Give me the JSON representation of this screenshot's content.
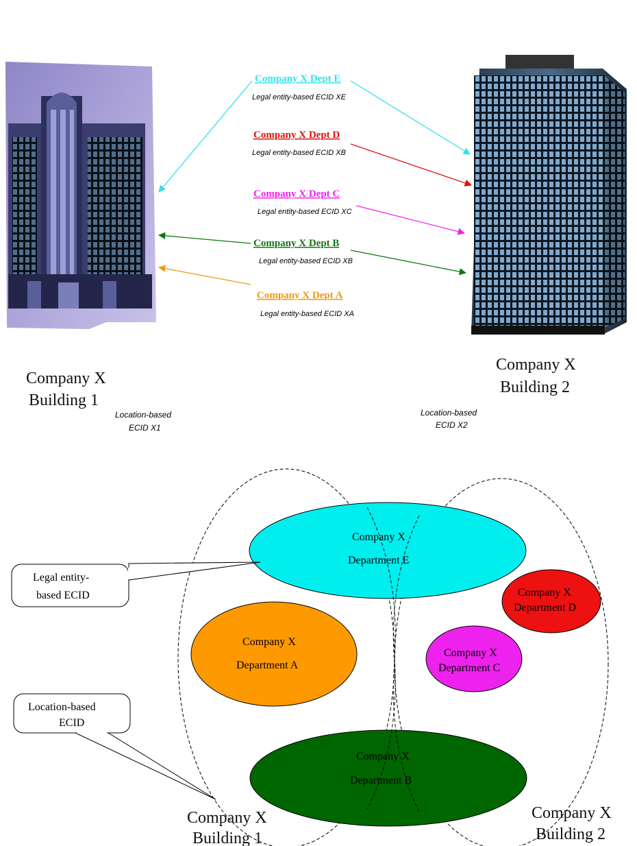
{
  "top": {
    "departments": [
      {
        "title": "Company X Dept E",
        "sub": "Legal entity-based ECID XE",
        "color": "#33e0ee"
      },
      {
        "title": "Company X Dept D",
        "sub": "Legal entity-based ECID XB",
        "color": "#dd1111"
      },
      {
        "title": "Company X Dept C",
        "sub": "Legal entity-based ECID XC",
        "color": "#ee22ee"
      },
      {
        "title": "Company X Dept B",
        "sub": "Legal entity-based ECID XB",
        "color": "#117711"
      },
      {
        "title": "Company X Dept A",
        "sub": "Legal entity-based ECID XA",
        "color": "#ee9911"
      }
    ],
    "building1": {
      "line1": "Company X",
      "line2": "Building 1",
      "loc1": "Location-based",
      "loc2": "ECID X1"
    },
    "building2": {
      "line1": "Company X",
      "line2": "Building 2",
      "loc1": "Location-based",
      "loc2": "ECID X2"
    }
  },
  "bottom": {
    "ellipses": [
      {
        "line1": "Company X",
        "line2": "Department E",
        "color": "#00eeee"
      },
      {
        "line1": "Company X",
        "line2": "Department D",
        "color": "#ee1111"
      },
      {
        "line1": "Company X",
        "line2": "Department A",
        "color": "#ff9900"
      },
      {
        "line1": "Company X",
        "line2": "Department C",
        "color": "#ee22ee"
      },
      {
        "line1": "Company X",
        "line2": "Department B",
        "color": "#006600"
      }
    ],
    "callout_legal": {
      "line1": "Legal entity-",
      "line2": "based ECID"
    },
    "callout_location": {
      "line1": "Location-based",
      "line2": "ECID"
    },
    "building1": {
      "line1": "Company X",
      "line2": "Building 1"
    },
    "building2": {
      "line1": "Company X",
      "line2": "Building 2"
    }
  }
}
